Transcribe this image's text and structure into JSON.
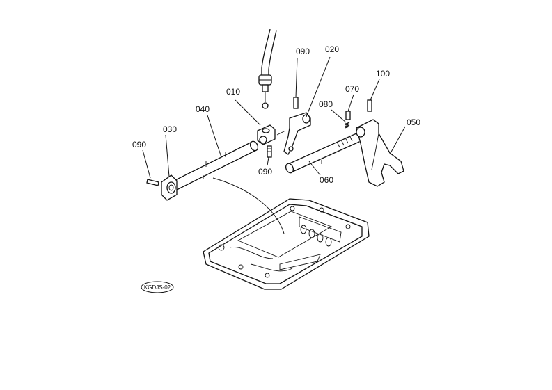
{
  "diagram": {
    "callouts": {
      "c010": "010",
      "c020": "020",
      "c030": "030",
      "c040": "040",
      "c050": "050",
      "c060": "060",
      "c070": "070",
      "c080": "080",
      "c090_left": "090",
      "c090_top": "090",
      "c090_mid": "090",
      "c100": "100"
    },
    "figure_code": "KGDJS-02"
  }
}
